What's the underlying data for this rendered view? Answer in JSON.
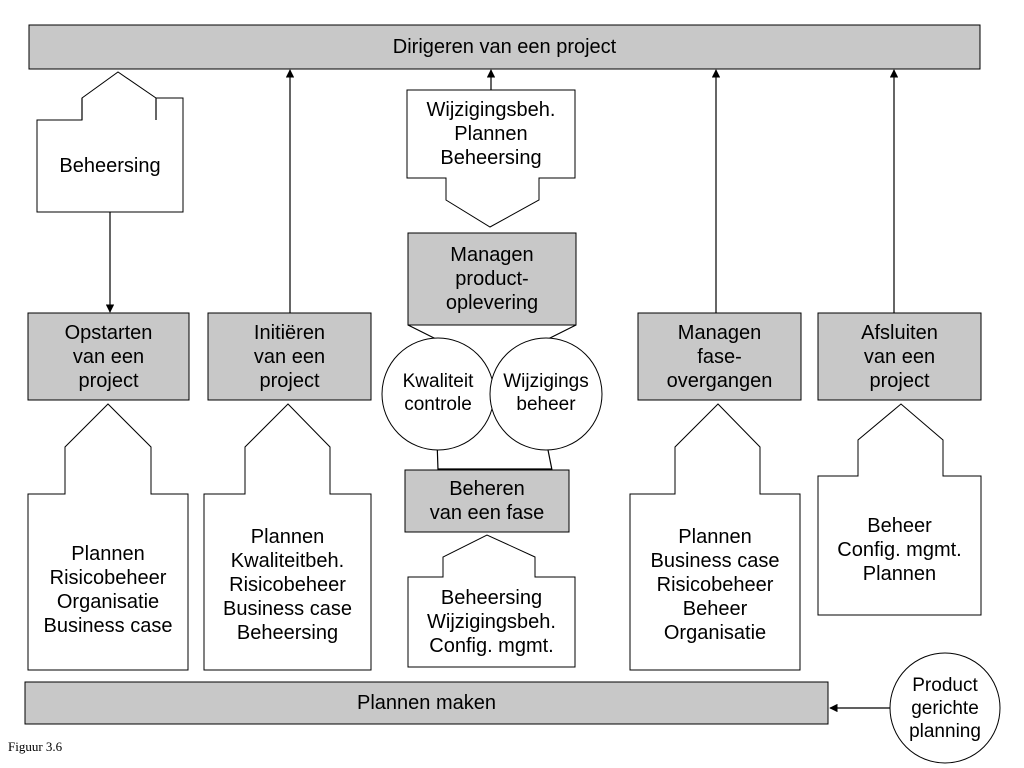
{
  "top_bar": "Dirigeren van een project",
  "bottom_bar": "Plannen maken",
  "processes": {
    "opstarten": "Opstarten\nvan een\nproject",
    "initieren": "Initiëren\nvan een\nproject",
    "managen_product": "Managen\nproduct-\noplevering",
    "managen_fase": "Managen\nfase-\novergangen",
    "afsluiten": "Afsluiten\nvan een\nproject",
    "beheren_fase": "Beheren\nvan een fase"
  },
  "inputs": {
    "beheersing_top": "Beheersing",
    "center_top": "Wijzigingsbeh.\nPlannen\nBeheersing",
    "opstarten": "Plannen\nRisicobeheer\nOrganisatie\nBusiness case",
    "initieren": "Plannen\nKwaliteitbeh.\nRisicobeheer\nBusiness case\nBeheersing",
    "beheren_fase": "Beheersing\nWijzigingsbeh.\nConfig. mgmt.",
    "managen_fase": "Plannen\nBusiness case\nRisicobeheer\nBeheer\nOrganisatie",
    "afsluiten": "Beheer\nConfig. mgmt.\nPlannen"
  },
  "circles": {
    "kwaliteit": "Kwaliteit\ncontrole",
    "wijzigings": "Wijzigings\nbeheer",
    "product": "Product\ngerichte\nplanning"
  },
  "caption": "Figuur 3.6"
}
